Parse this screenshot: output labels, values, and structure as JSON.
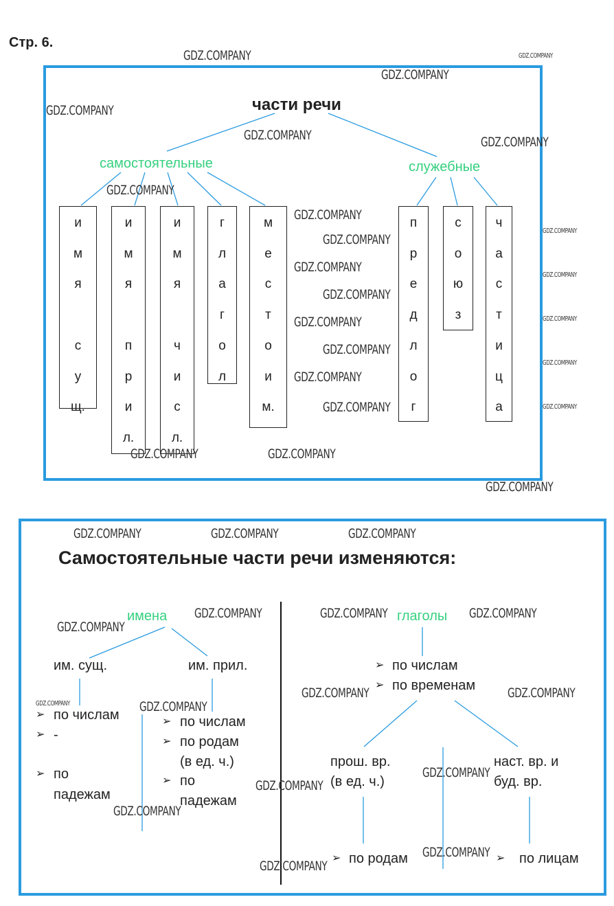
{
  "page_label": "Стр. 6.",
  "watermark": "GDZ.COMPANY",
  "colors": {
    "frame": "#2a9be0",
    "lines": "#2a9be0",
    "accent_green": "#35d07f"
  },
  "diagram1": {
    "root": "части речи",
    "branches": [
      {
        "label": "самостоятельные",
        "items": [
          {
            "lines": [
              "и",
              "м",
              "я",
              "",
              "с",
              "у",
              "щ."
            ]
          },
          {
            "lines": [
              "и",
              "м",
              "я",
              "",
              "п",
              "р",
              "и",
              "л."
            ]
          },
          {
            "lines": [
              "и",
              "м",
              "я",
              "",
              "ч",
              "и",
              "с",
              "л."
            ]
          },
          {
            "lines": [
              "г",
              "л",
              "а",
              "г",
              "о",
              "л"
            ]
          },
          {
            "lines": [
              "м",
              "е",
              "с",
              "т",
              "о",
              "и",
              "м."
            ]
          }
        ]
      },
      {
        "label": "служебные",
        "items": [
          {
            "lines": [
              "п",
              "р",
              "е",
              "д",
              "л",
              "о",
              "г"
            ]
          },
          {
            "lines": [
              "с",
              "о",
              "ю",
              "з"
            ]
          },
          {
            "lines": [
              "ч",
              "а",
              "с",
              "т",
              "и",
              "ц",
              "а"
            ]
          }
        ]
      }
    ]
  },
  "diagram2": {
    "title": "Самостоятельные части речи изменяются:",
    "names": {
      "label": "имена",
      "noun": {
        "label": "им. сущ.",
        "bullets": [
          "по числам",
          "-",
          "по",
          "падежам"
        ]
      },
      "adj": {
        "label": "им. прил.",
        "bullets": [
          "по числам",
          "по родам",
          "(в ед. ч.)",
          "по",
          "падежам"
        ]
      }
    },
    "verbs": {
      "label": "глаголы",
      "bullets": [
        "по числам",
        "по временам"
      ],
      "past": {
        "lines": [
          "прош. вр.",
          "(в ед. ч.)"
        ],
        "bullet": "по родам"
      },
      "present": {
        "lines": [
          "наст. вр. и",
          "буд. вр."
        ],
        "bullet": "по лицам"
      }
    }
  }
}
